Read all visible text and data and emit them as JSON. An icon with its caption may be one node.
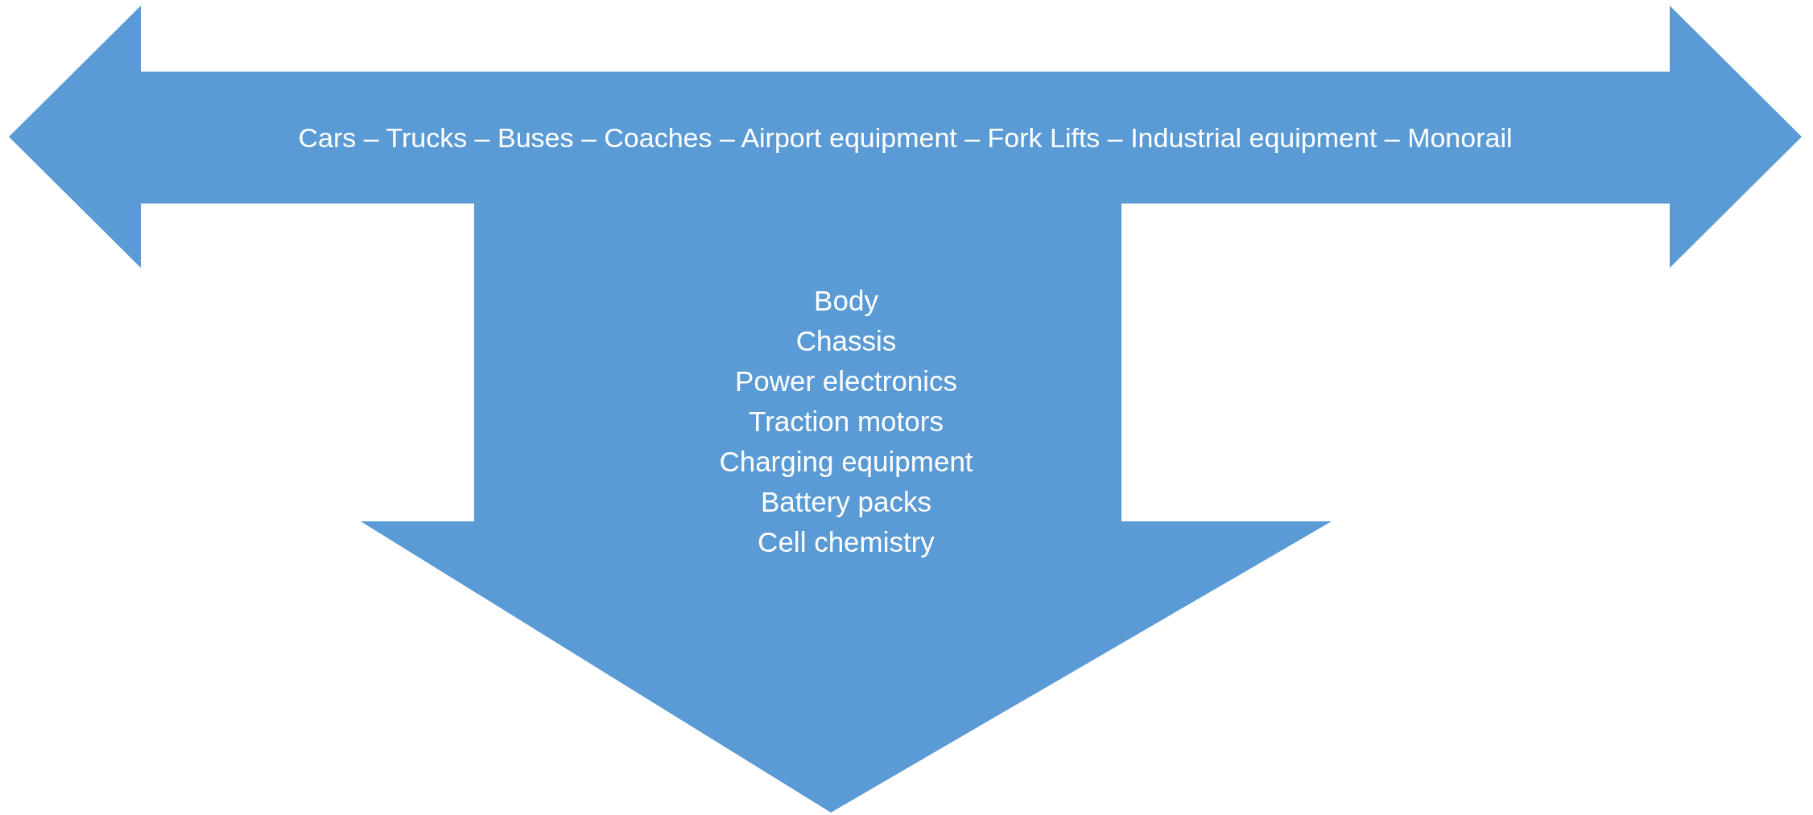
{
  "diagram": {
    "nodes": [
      {
        "text": [
          "Cars – Trucks – Buses – Coaches – Airport equipment – Fork Lifts – Industrial equipment – Monorail"
        ]
      },
      {
        "text": [
          "Body",
          "Chassis",
          "Power electronics",
          "Traction motors",
          "Charging equipment",
          "Battery packs",
          "Cell chemistry"
        ]
      }
    ]
  }
}
